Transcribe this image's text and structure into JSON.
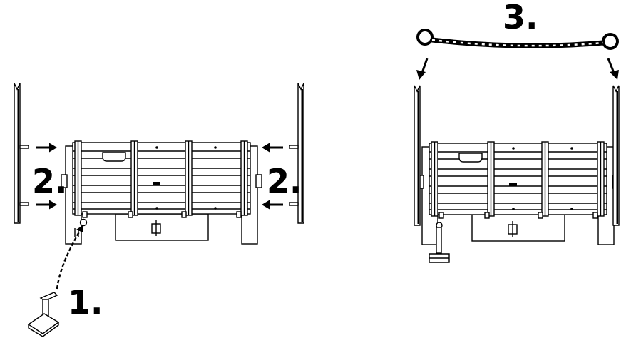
{
  "steps": {
    "one": "1.",
    "two_left": "2.",
    "two_right": "2.",
    "three": "3."
  },
  "colors": {
    "ink": "#000000",
    "background": "#ffffff"
  },
  "icons": {
    "crank_handle": "crank-handle-icon",
    "chain": "chain-icon",
    "side_post": "side-post-icon",
    "arrow": "arrow-icon"
  }
}
